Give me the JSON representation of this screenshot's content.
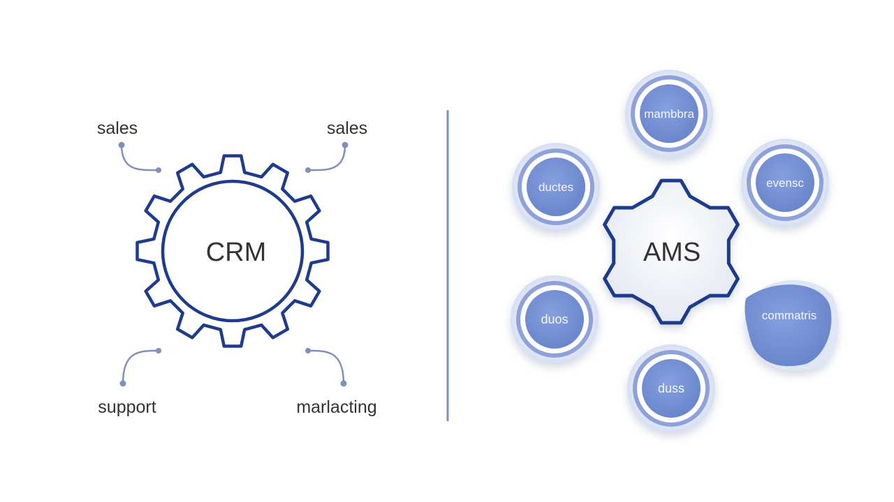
{
  "crm": {
    "center_label": "CRM",
    "labels": {
      "top_left": "sales",
      "top_right": "sales",
      "bottom_left": "support",
      "bottom_right": "marlacting"
    }
  },
  "ams": {
    "center_label": "AMS",
    "nodes": {
      "top": "mambbra",
      "upper_left": "ductes",
      "upper_right": "evensc",
      "lower_left": "duos",
      "lower_right": "commatris",
      "bottom": "duss"
    }
  },
  "colors": {
    "gear_stroke": "#1f3b8c",
    "connector": "#7f8fbf",
    "divider": "#7c8fc4",
    "node_inner": "#6f8bd1",
    "node_ring": "#8ea2d9",
    "node_halo": "#dfe6f5",
    "text_dark": "#333333",
    "node_text": "#f3f6ff"
  }
}
